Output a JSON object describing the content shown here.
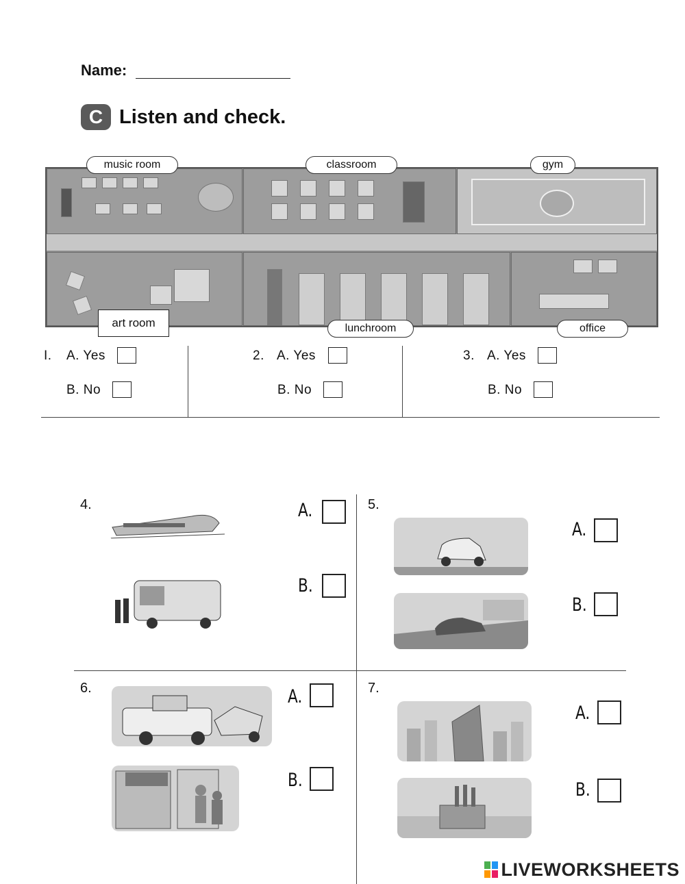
{
  "header": {
    "name_label": "Name:",
    "badge": "C",
    "instruction": "Listen and check."
  },
  "school": {
    "labels": {
      "music_room": "music room",
      "classroom": "classroom",
      "gym": "gym",
      "art_room": "art room",
      "lunchroom": "lunchroom",
      "office": "office"
    }
  },
  "part1": [
    {
      "num": "I.",
      "a": "A. Yes",
      "b": "B. No"
    },
    {
      "num": "2.",
      "a": "A. Yes",
      "b": "B. No"
    },
    {
      "num": "3.",
      "a": "A. Yes",
      "b": "B. No"
    }
  ],
  "part2": [
    {
      "num": "4.",
      "a": "A.",
      "b": "B.",
      "pic_a": "train-picture",
      "pic_b": "bus-picture"
    },
    {
      "num": "5.",
      "a": "A.",
      "b": "B.",
      "pic_a": "taxi-picture",
      "pic_b": "car-picture"
    },
    {
      "num": "6.",
      "a": "A.",
      "b": "B.",
      "pic_a": "tow-truck-picture",
      "pic_b": "bakery-picture"
    },
    {
      "num": "7.",
      "a": "A.",
      "b": "B.",
      "pic_a": "city-building-picture",
      "pic_b": "factory-picture"
    }
  ],
  "logo": {
    "text": "LIVEWORKSHEETS"
  }
}
